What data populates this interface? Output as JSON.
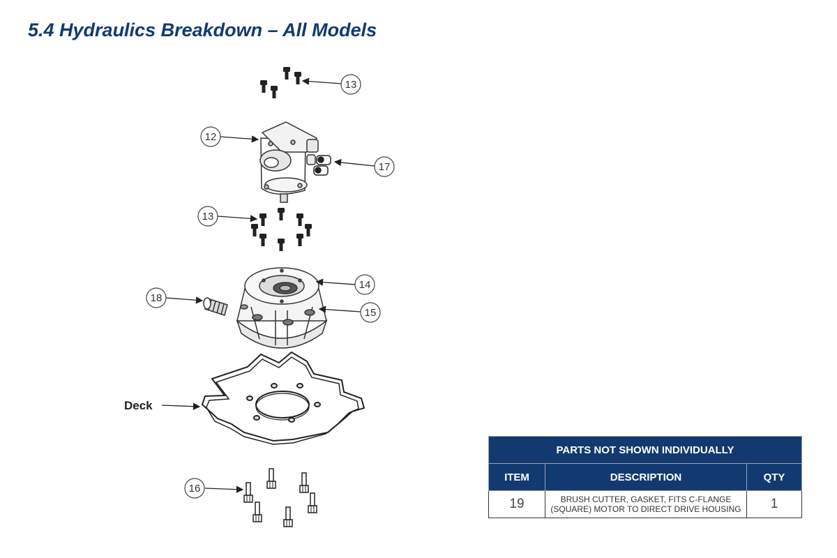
{
  "title": "5.4 Hydraulics Breakdown – All Models",
  "callouts": {
    "c13_top": "13",
    "c12": "12",
    "c17": "17",
    "c13_mid": "13",
    "c14": "14",
    "c18": "18",
    "c15": "15",
    "deck": "Deck",
    "c16": "16"
  },
  "parts_table": {
    "heading": "PARTS NOT SHOWN INDIVIDUALLY",
    "columns": {
      "item": "ITEM",
      "description": "DESCRIPTION",
      "qty": "QTY"
    },
    "rows": [
      {
        "item": "19",
        "description_line1": "BRUSH CUTTER, GASKET, FITS C-FLANGE",
        "description_line2": "(SQUARE) MOTOR TO DIRECT DRIVE HOUSING",
        "qty": "1"
      }
    ]
  }
}
